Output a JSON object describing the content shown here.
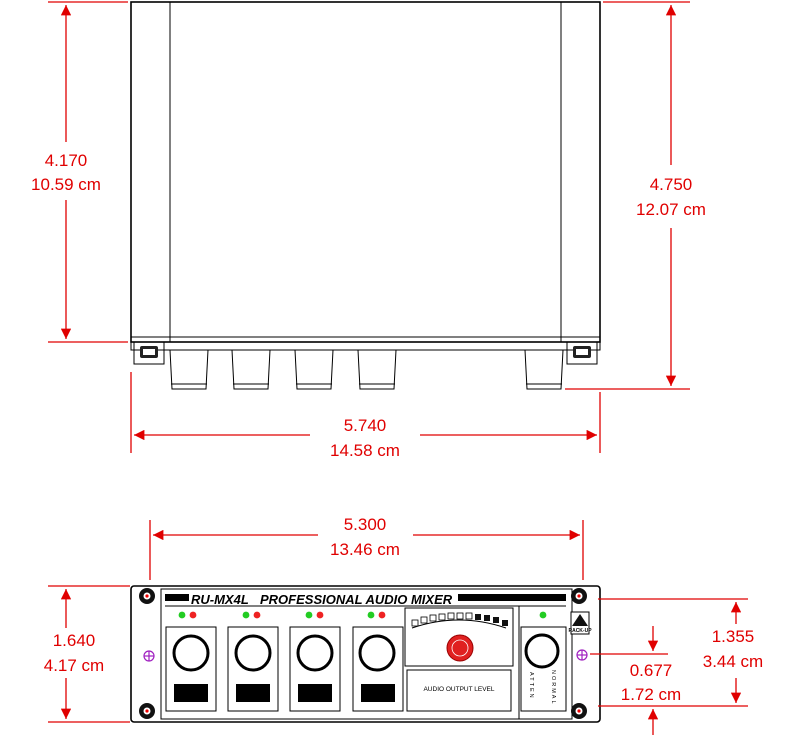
{
  "top_view": {
    "height_dim": {
      "inches": "4.170",
      "cm": "10.59 cm"
    },
    "depth_dim": {
      "inches": "4.750",
      "cm": "12.07 cm"
    },
    "width_dim": {
      "inches": "5.740",
      "cm": "14.58 cm"
    }
  },
  "front_view": {
    "panel_width_dim": {
      "inches": "5.300",
      "cm": "13.46 cm"
    },
    "height_dim": {
      "inches": "1.640",
      "cm": "4.17 cm"
    },
    "mount_dim": {
      "inches": "1.355",
      "cm": "3.44 cm"
    },
    "offset_dim": {
      "inches": "0.677",
      "cm": "1.72 cm"
    },
    "model": "RU-MX4L",
    "product": "PROFESSIONAL AUDIO MIXER",
    "meter_label": "AUDIO OUTPUT LEVEL",
    "switch_top": "ATTEN",
    "switch_bottom": "NORMAL",
    "logo_text": "RACK-UP"
  },
  "colors": {
    "dimension": "#e00000",
    "led_green": "#22cc22",
    "led_red": "#ee2222"
  }
}
